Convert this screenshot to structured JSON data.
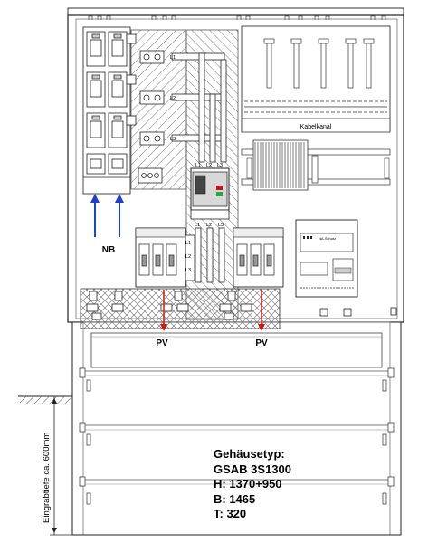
{
  "labels": {
    "kabelkanal": "Kabelkanal",
    "nb": "NB",
    "pv_left": "PV",
    "pv_right": "PV",
    "depth": "Eingrabtiefe ca. 600mm",
    "na_schutz": "NA-Schutz"
  },
  "phases": {
    "top": [
      "L1",
      "L2",
      "L3"
    ],
    "breaker": [
      "L1",
      "L2",
      "L3"
    ],
    "bottom": [
      "L1",
      "L2",
      "L3"
    ],
    "left_vertical": [
      "L1",
      "L2",
      "L3"
    ]
  },
  "spec": {
    "title": "Gehäusetyp:",
    "model": "GSAB 3S1300",
    "height": "H: 1370+950",
    "width": "B: 1465",
    "depth": "T: 320"
  },
  "colors": {
    "arrow_blue": "#1f3fcf",
    "arrow_red": "#d01818",
    "breaker_red": "#c0141c",
    "breaker_green": "#23a845"
  }
}
